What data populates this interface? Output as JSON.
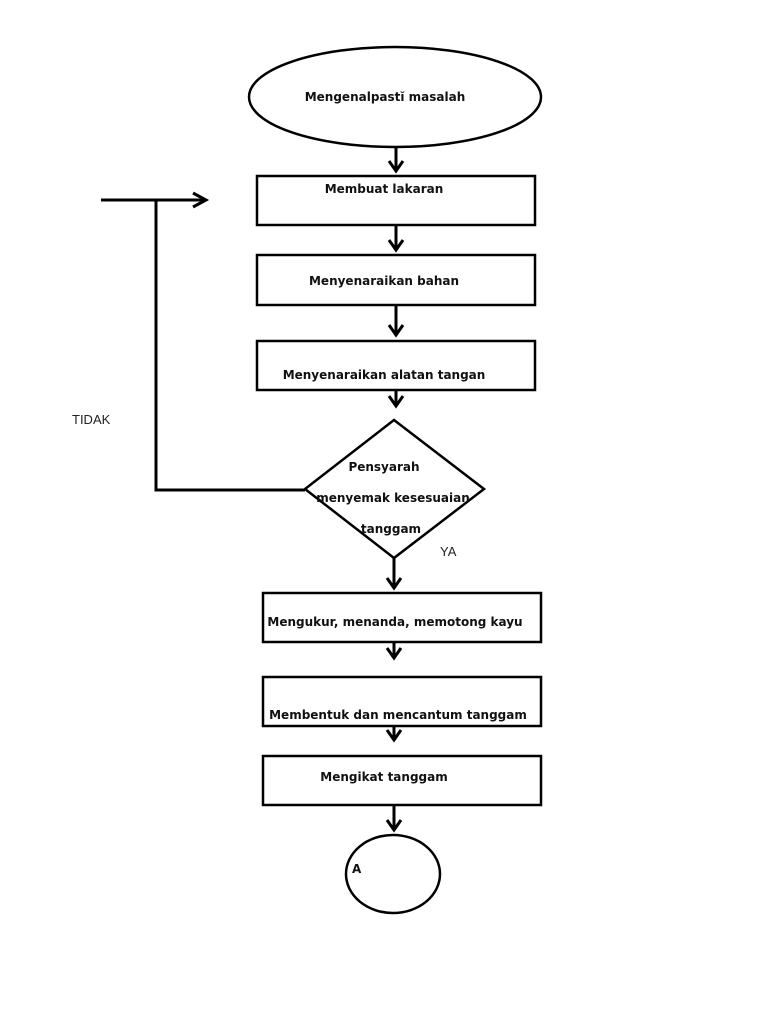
{
  "start": {
    "label": "Mengenalpastĭ masalah"
  },
  "steps": [
    "Membuat lakaran",
    "Menyenaraikan bahan",
    "Menyenaraikan alatan tangan"
  ],
  "decision": {
    "lines": [
      "Pensyarah",
      "menyemak kesesuaian",
      "tanggam"
    ],
    "no_label": "TIDAK",
    "yes_label": "YA"
  },
  "steps_after": [
    "Mengukur, menanda, memotong kayu",
    "Membentuk dan mencantum tanggam",
    "Mengikat tanggam"
  ],
  "connector": {
    "label": "A"
  }
}
